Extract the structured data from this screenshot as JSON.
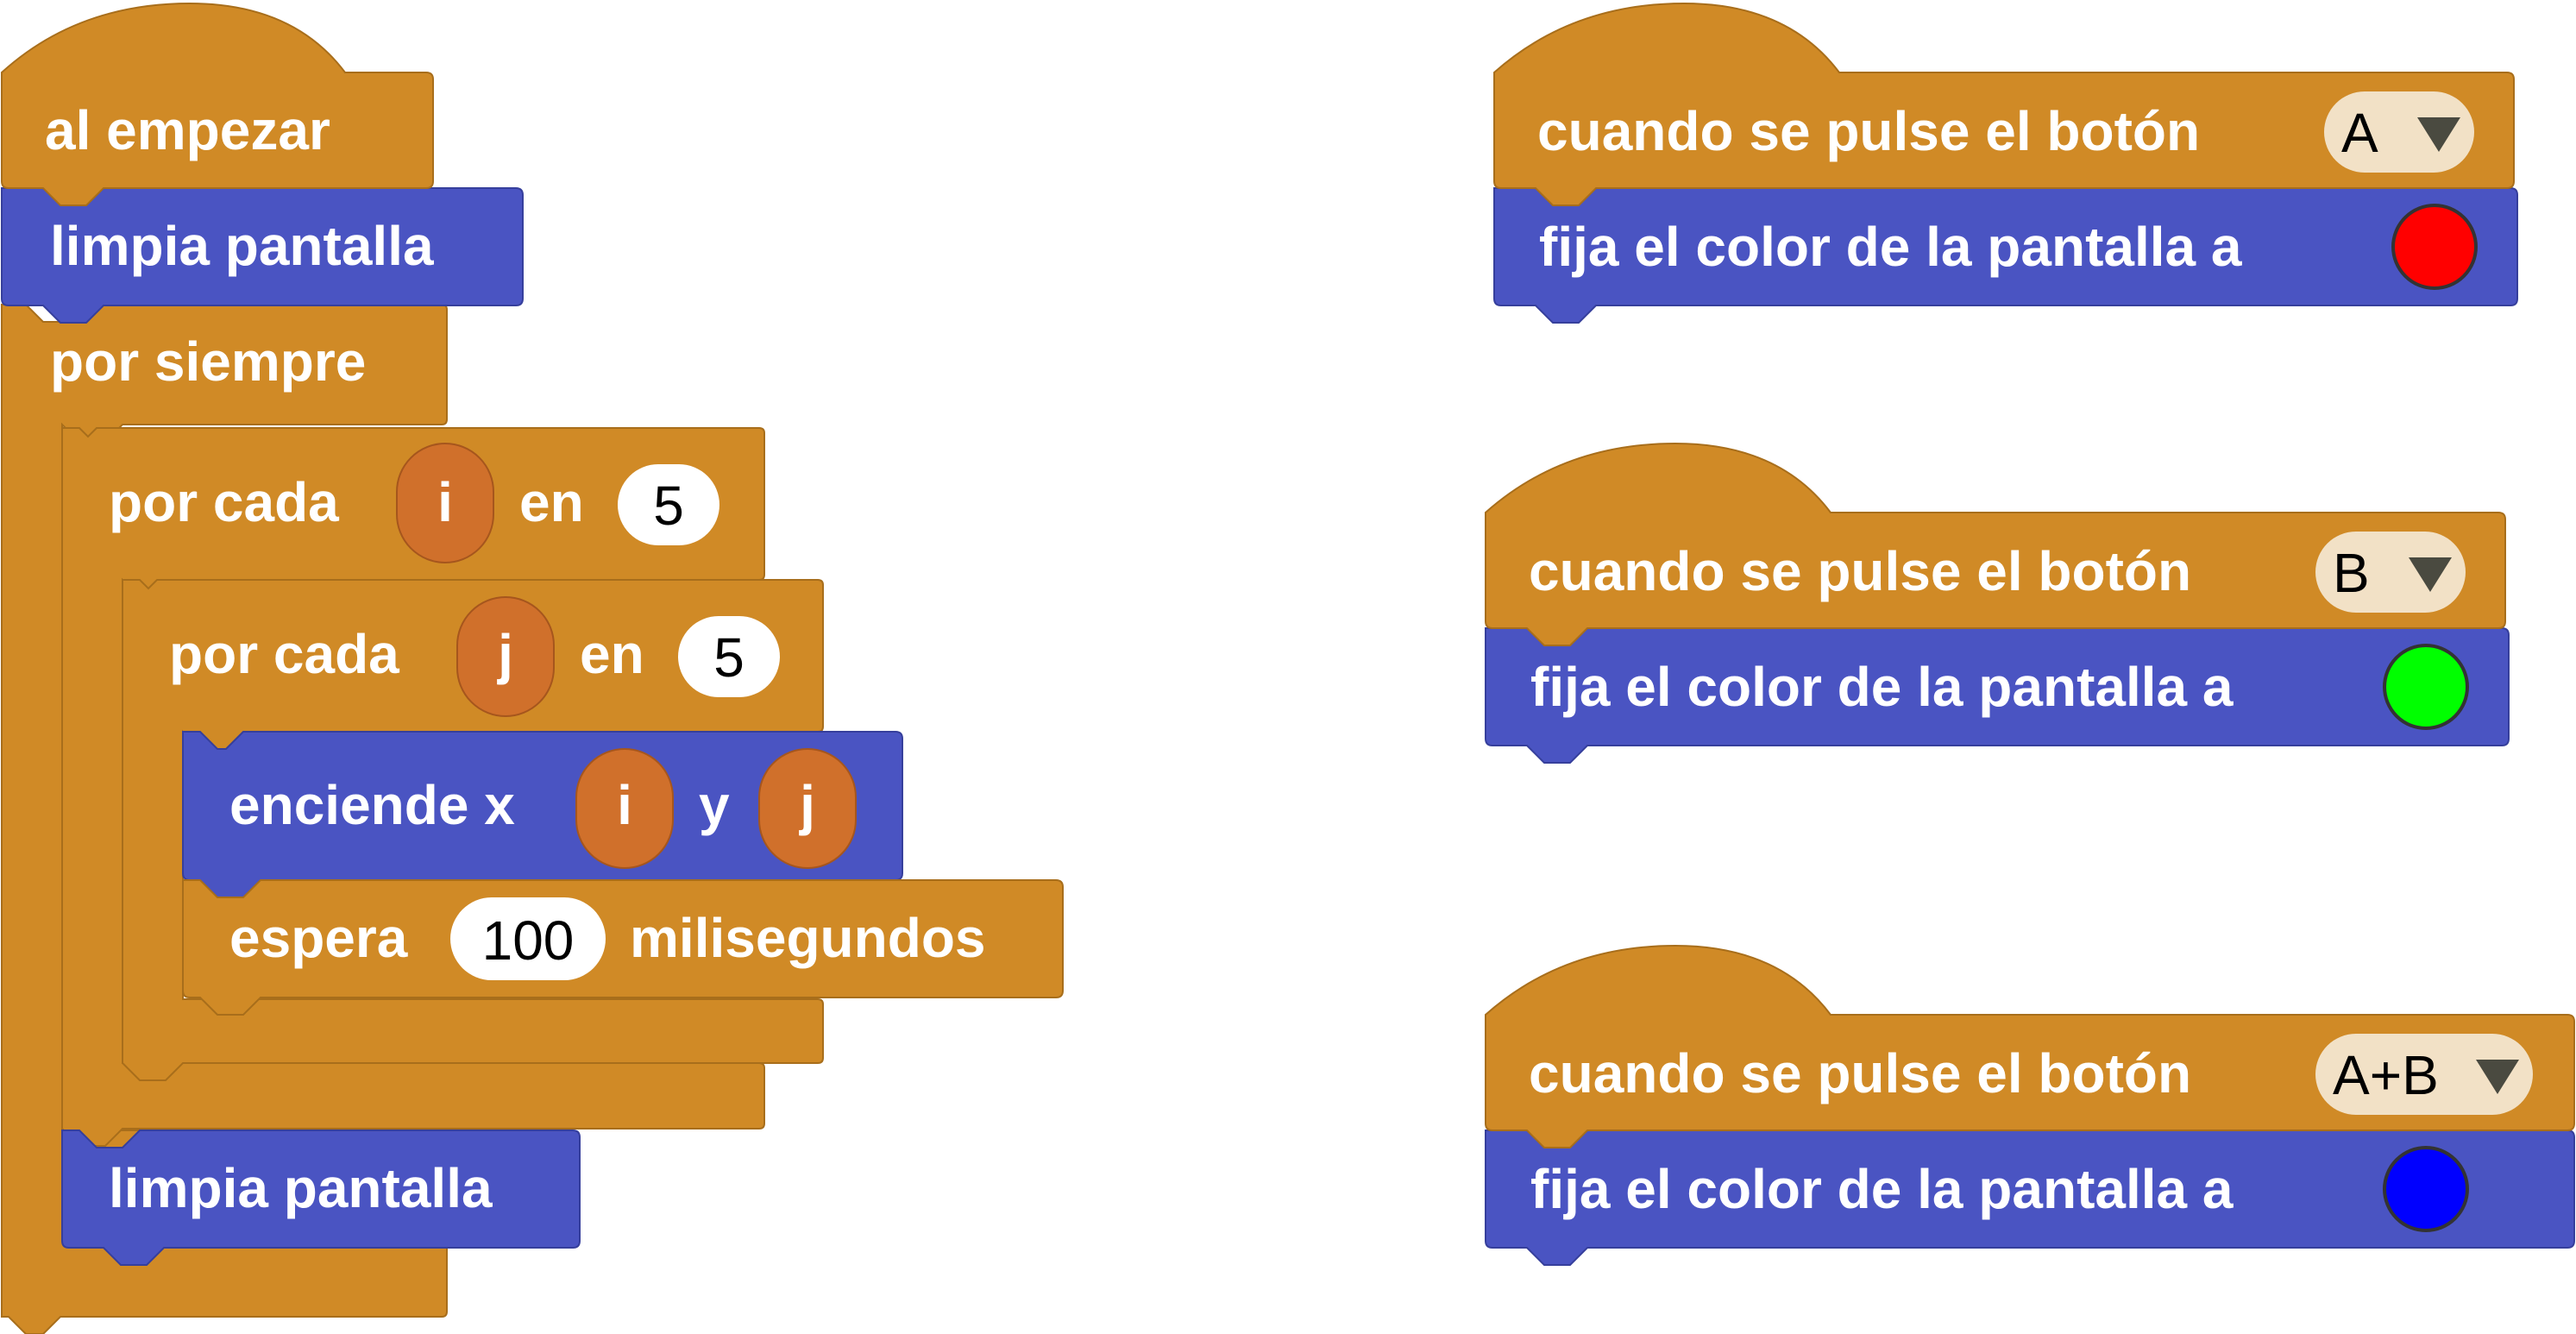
{
  "colors": {
    "event_block": "#d08a26",
    "event_block_border": "#a86e1b",
    "action_block": "#4a54c2",
    "action_block_border": "#363f9c",
    "variable_pill": "#d0702b",
    "number_field": "#ffffff",
    "dropdown_field": "#f2e1c6",
    "dropdown_arrow": "#4a4a40"
  },
  "main_script": {
    "on_start": {
      "label": "al empezar"
    },
    "clear_1": {
      "label": "limpia pantalla"
    },
    "forever": {
      "label": "por siempre"
    },
    "for_outer": {
      "label_1": "por cada",
      "variable": "i",
      "label_2": "en",
      "count": "5"
    },
    "for_inner": {
      "label_1": "por cada",
      "variable": "j",
      "label_2": "en",
      "count": "5"
    },
    "plot": {
      "label_1": "enciende x",
      "x_variable": "i",
      "label_2": "y",
      "y_variable": "j"
    },
    "pause": {
      "label_1": "espera",
      "value": "100",
      "label_2": "milisegundos"
    },
    "clear_2": {
      "label": "limpia pantalla"
    }
  },
  "button_handlers": [
    {
      "event_label": "cuando se pulse el botón",
      "button": "A",
      "action_label": "fija el color de la pantalla a",
      "color": "#ff0000",
      "color_name": "red"
    },
    {
      "event_label": "cuando se pulse el botón",
      "button": "B",
      "action_label": "fija el color de la pantalla a",
      "color": "#00ff00",
      "color_name": "green"
    },
    {
      "event_label": "cuando se pulse el botón",
      "button": "A+B",
      "action_label": "fija el color de la pantalla a",
      "color": "#0000ff",
      "color_name": "blue"
    }
  ],
  "icons": {
    "dropdown": "triangle-down-icon",
    "color_swatch": "circle-swatch-icon"
  }
}
